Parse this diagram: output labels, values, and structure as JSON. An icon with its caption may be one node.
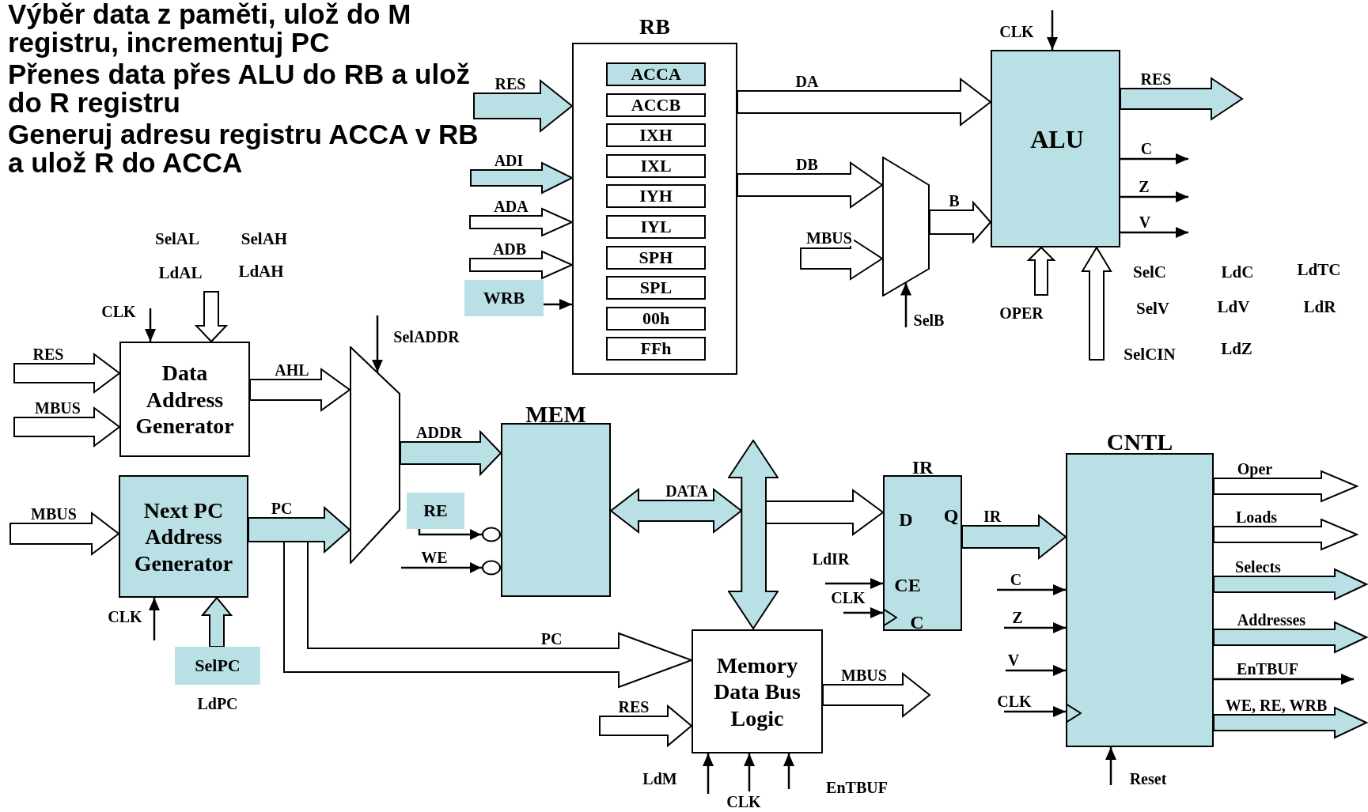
{
  "diagram": {
    "nodes": [
      {
        "text": [
          "RB"
        ]
      },
      {
        "text": [
          "ACCA"
        ],
        "in": 0
      },
      {
        "text": [
          "ACCB"
        ],
        "in": 0
      },
      {
        "text": [
          "IXH"
        ],
        "in": 0
      },
      {
        "text": [
          "IXL"
        ],
        "in": 0
      },
      {
        "text": [
          "IYH"
        ],
        "in": 0
      },
      {
        "text": [
          "IYL"
        ],
        "in": 0
      },
      {
        "text": [
          "SPH"
        ],
        "in": 0
      },
      {
        "text": [
          "SPL"
        ],
        "in": 0
      },
      {
        "text": [
          "00h"
        ],
        "in": 0
      },
      {
        "text": [
          "FFh"
        ],
        "in": 0
      },
      {
        "text": [
          "ALU"
        ]
      },
      {
        "text": [],
        "shape": "trapezoid"
      },
      {
        "text": [
          "Data Address Generator"
        ]
      },
      {
        "text": [
          "Next PC Address Generator"
        ]
      },
      {
        "text": [],
        "shape": "trapezoid"
      },
      {
        "text": [
          "MEM"
        ]
      },
      {
        "text": [
          "IR",
          "D",
          "Q",
          "CE",
          "C"
        ]
      },
      {
        "text": [
          "Memory Data Bus Logic"
        ]
      },
      {
        "text": [
          "CNTL"
        ]
      },
      {
        "text": [
          "WRB"
        ]
      },
      {
        "text": [
          "RE"
        ]
      },
      {
        "text": [
          "SelPC"
        ],
        "beside": [
          "LdPC"
        ]
      },
      {
        "text": [],
        "shape": "arrow"
      }
    ],
    "edges": [
      {
        "from": null,
        "to": 0,
        "arrow": "to",
        "label": "RES",
        "style": "thick",
        "color": "#b9e0e4"
      },
      {
        "from": null,
        "to": 0,
        "arrow": "to",
        "label": "ADI",
        "style": "thick",
        "color": "#b9e0e4"
      },
      {
        "from": null,
        "to": 0,
        "arrow": "to",
        "label": "ADA",
        "style": "thick"
      },
      {
        "from": null,
        "to": 0,
        "arrow": "to",
        "label": "ADB",
        "style": "thick"
      },
      {
        "from": 20,
        "to": 0,
        "arrow": "to"
      },
      {
        "from": 0,
        "to": 11,
        "arrow": "to",
        "label": "DA",
        "style": "thick"
      },
      {
        "from": 0,
        "to": 12,
        "arrow": "to",
        "label": "DB",
        "style": "thick"
      },
      {
        "from": null,
        "to": 12,
        "arrow": "to",
        "label": "MBUS",
        "style": "thick"
      },
      {
        "from": null,
        "to": 12,
        "arrow": "to",
        "label": "SelB"
      },
      {
        "from": 12,
        "to": 11,
        "arrow": "to",
        "label": "B",
        "style": "thick"
      },
      {
        "from": null,
        "to": 11,
        "arrow": "to",
        "label": "CLK"
      },
      {
        "from": 11,
        "to": null,
        "arrow": "to",
        "label": "RES",
        "style": "thick",
        "color": "#b9e0e4"
      },
      {
        "from": 11,
        "to": null,
        "arrow": "to",
        "label": "C"
      },
      {
        "from": 11,
        "to": null,
        "arrow": "to",
        "label": "Z"
      },
      {
        "from": 11,
        "to": null,
        "arrow": "to",
        "label": "V"
      },
      {
        "from": null,
        "to": 11,
        "arrow": "to",
        "label": "OPER",
        "style": "thick"
      },
      {
        "from": null,
        "to": 11,
        "arrow": "to",
        "style": "thick"
      },
      {
        "from": null,
        "to": 13,
        "arrow": "to",
        "label": "CLK"
      },
      {
        "from": null,
        "to": 13,
        "arrow": "to",
        "style": "thick"
      },
      {
        "from": null,
        "to": 13,
        "arrow": "to",
        "label": "RES",
        "style": "thick"
      },
      {
        "from": null,
        "to": 13,
        "arrow": "to",
        "label": "MBUS",
        "style": "thick"
      },
      {
        "from": 13,
        "to": 15,
        "arrow": "to",
        "label": "AHL",
        "style": "thick"
      },
      {
        "from": null,
        "to": 15,
        "arrow": "to",
        "label": "SelADDR"
      },
      {
        "from": null,
        "to": 14,
        "arrow": "to",
        "label": "MBUS",
        "style": "thick"
      },
      {
        "from": null,
        "to": 14,
        "arrow": "to",
        "label": "CLK"
      },
      {
        "from": 22,
        "to": 14,
        "arrow": "to",
        "style": "thick",
        "color": "#b9e0e4"
      },
      {
        "from": 14,
        "to": 15,
        "arrow": "to",
        "label": "PC",
        "style": "thick",
        "color": "#b9e0e4"
      },
      {
        "from": 14,
        "to": 18,
        "arrow": "to",
        "label": "PC",
        "style": "thick"
      },
      {
        "from": 15,
        "to": 16,
        "arrow": "to",
        "label": "ADDR",
        "style": "thick",
        "color": "#b9e0e4"
      },
      {
        "from": 21,
        "to": 16,
        "arrow": "to"
      },
      {
        "from": null,
        "to": 16,
        "arrow": "to",
        "label": "WE"
      },
      {
        "from": 16,
        "to": 23,
        "arrow": "both",
        "label": "DATA",
        "style": "thick",
        "color": "#b9e0e4"
      },
      {
        "from": 23,
        "to": 17,
        "arrow": "to",
        "style": "thick"
      },
      {
        "from": null,
        "to": 17,
        "arrow": "to",
        "label": "LdIR"
      },
      {
        "from": null,
        "to": 17,
        "arrow": "to",
        "label": "CLK"
      },
      {
        "from": 17,
        "to": 19,
        "arrow": "to",
        "label": "IR",
        "style": "thick",
        "color": "#b9e0e4"
      },
      {
        "from": null,
        "to": 18,
        "arrow": "to",
        "label": "RES",
        "style": "thick"
      },
      {
        "from": 18,
        "to": null,
        "arrow": "to",
        "label": "MBUS",
        "style": "thick"
      },
      {
        "from": null,
        "to": 18,
        "arrow": "to",
        "label": "LdM"
      },
      {
        "from": null,
        "to": 18,
        "arrow": "to",
        "label": "CLK"
      },
      {
        "from": null,
        "to": 18,
        "arrow": "to",
        "label": "EnTBUF"
      },
      {
        "from": null,
        "to": 19,
        "arrow": "to",
        "label": "C"
      },
      {
        "from": null,
        "to": 19,
        "arrow": "to",
        "label": "Z"
      },
      {
        "from": null,
        "to": 19,
        "arrow": "to",
        "label": "V"
      },
      {
        "from": null,
        "to": 19,
        "arrow": "to",
        "label": "CLK"
      },
      {
        "from": null,
        "to": 19,
        "arrow": "to",
        "label": "Reset"
      },
      {
        "from": 19,
        "to": null,
        "arrow": "to",
        "label": "Oper",
        "style": "thick"
      },
      {
        "from": 19,
        "to": null,
        "arrow": "to",
        "label": "Loads",
        "style": "thick"
      },
      {
        "from": 19,
        "to": null,
        "arrow": "to",
        "label": "Selects",
        "style": "thick",
        "color": "#b9e0e4"
      },
      {
        "from": 19,
        "to": null,
        "arrow": "to",
        "label": "Addresses",
        "style": "thick",
        "color": "#b9e0e4"
      },
      {
        "from": 19,
        "to": null,
        "arrow": "to",
        "label": "EnTBUF"
      },
      {
        "from": 19,
        "to": null,
        "arrow": "to",
        "label": "WE, RE, WRB",
        "style": "thick",
        "color": "#b9e0e4"
      }
    ],
    "labels": [
      "Výběr data z paměti, ulož do M registru, incrementuj PC",
      "Přenes data přes ALU do RB a ulož do R registru",
      "Generuj adresu registru ACCA v RB a ulož R do ACCA",
      "SelAL",
      "SelAH",
      "LdAL",
      "LdAH",
      "SelC",
      "LdC",
      "LdTC",
      "SelV",
      "LdV",
      "LdR",
      "SelCIN",
      "LdZ"
    ]
  }
}
